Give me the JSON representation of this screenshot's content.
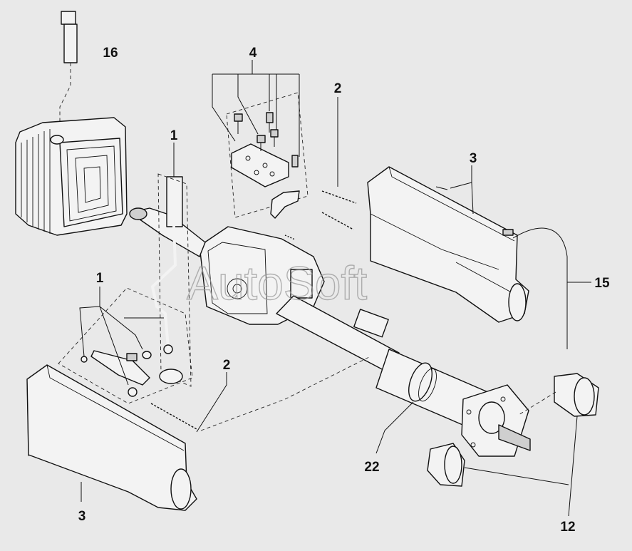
{
  "watermark": "AutoSoft",
  "callouts": {
    "c16": "16",
    "c4": "4",
    "c2_top": "2",
    "c1_top": "1",
    "c3_right": "3",
    "c15": "15",
    "c1_left": "1",
    "c2_bottom": "2",
    "c22": "22",
    "c3_bottom": "3",
    "c12": "12"
  }
}
